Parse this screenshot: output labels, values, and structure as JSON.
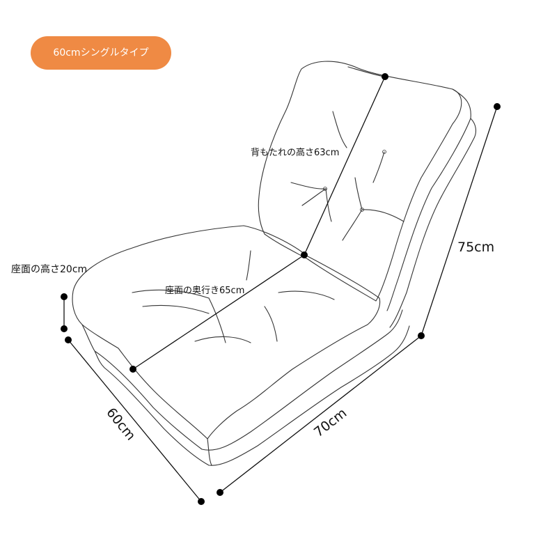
{
  "badge": {
    "label": "60cmシングルタイプ",
    "color": "#ef8a44"
  },
  "labels": {
    "backrest_height": "背もたれの高さ63cm",
    "seat_height": "座面の高さ20cm",
    "seat_depth": "座面の奥行き65cm",
    "width": "60cm",
    "length": "70cm",
    "total_height": "75cm"
  }
}
